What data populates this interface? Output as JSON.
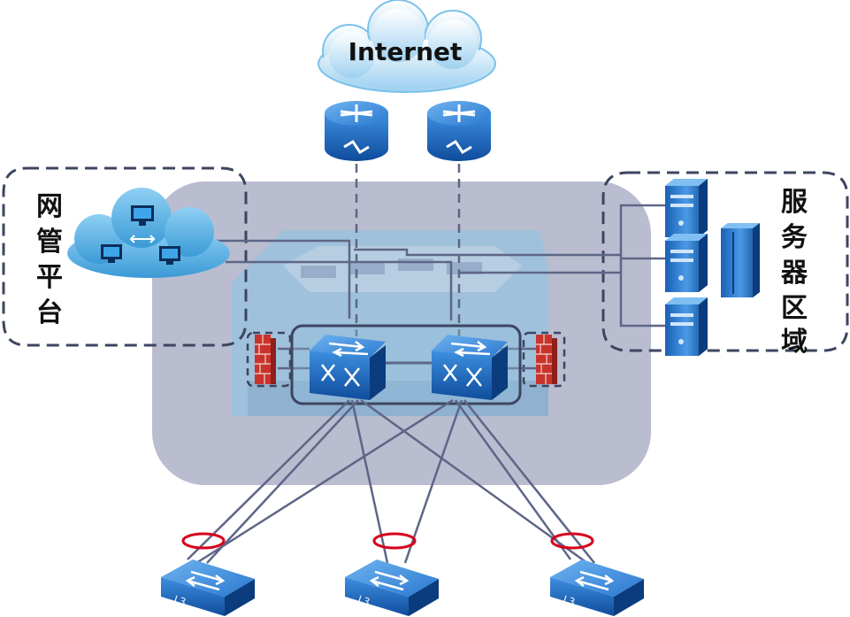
{
  "internet_label": "Internet",
  "management": {
    "label": [
      "网",
      "管",
      "平",
      "台"
    ]
  },
  "servers": {
    "label": [
      "服",
      "务",
      "器",
      "区",
      "域"
    ]
  },
  "access_switch_tag": "L3",
  "colors": {
    "core_zone": "#aeb0c8",
    "cluster_box": "#8fc0dc",
    "device_blue": "#1e6bbf",
    "line": "#5e6686",
    "dash": "#3d4560",
    "link_agg_ring": "#d6001c",
    "firewall": "#c8342c",
    "cloud": "#7cc2ea"
  },
  "icons": {
    "internet": "cloud-icon",
    "router": "router-icon",
    "core_switch": "core-switch-icon",
    "firewall": "firewall-icon",
    "server": "server-icon",
    "access_switch": "l3-switch-icon",
    "management": "management-cloud-icon"
  }
}
